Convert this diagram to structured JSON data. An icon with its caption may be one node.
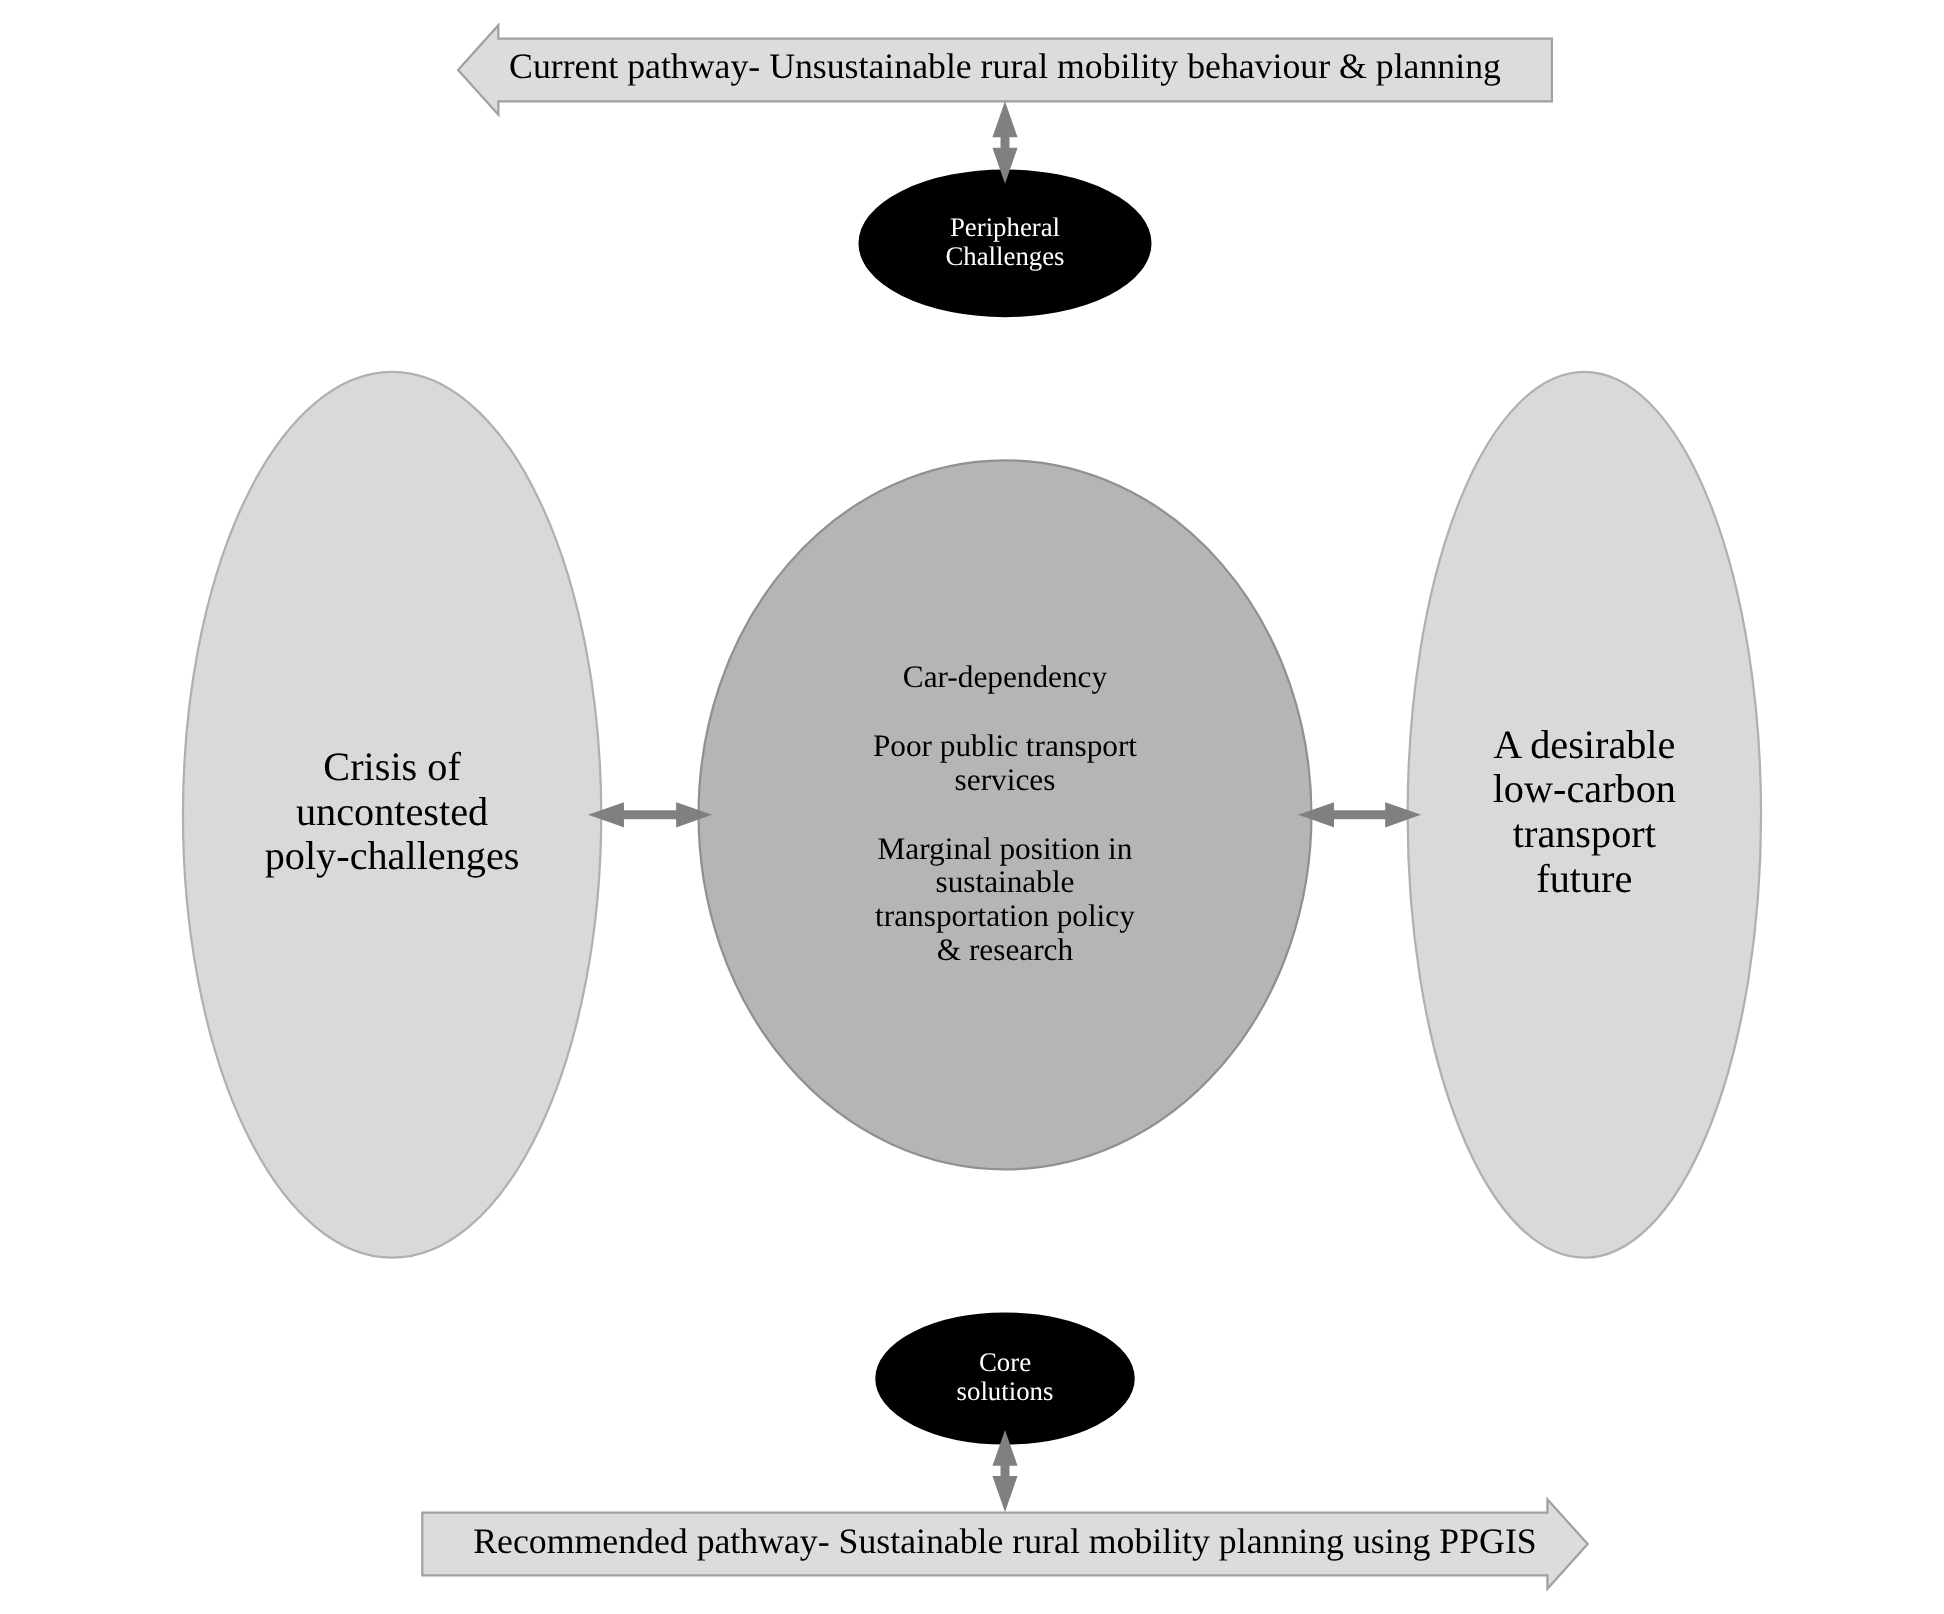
{
  "diagram": {
    "nodes": [
      {
        "text": [
          "Current pathway- Unsustainable rural mobility behaviour & planning"
        ]
      },
      {
        "text": [
          "Crisis of uncontested poly-challenges"
        ]
      },
      {
        "text": [
          "Peripheral Challenges"
        ]
      },
      {
        "text": [
          "Car-dependency",
          "Poor public transport services",
          "Marginal position in sustainable transportation policy & research"
        ]
      },
      {
        "text": [
          "Core solutions"
        ]
      },
      {
        "text": [
          "A desirable low-carbon transport future"
        ]
      },
      {
        "text": [
          "Recommended pathway- Sustainable rural mobility planning using PPGIS"
        ]
      }
    ],
    "edges": [
      {
        "from": 0,
        "to": 2,
        "arrow": "both"
      },
      {
        "from": 1,
        "to": 3,
        "arrow": "both"
      },
      {
        "from": 3,
        "to": 5,
        "arrow": "both"
      },
      {
        "from": 4,
        "to": 6,
        "arrow": "both"
      }
    ]
  }
}
